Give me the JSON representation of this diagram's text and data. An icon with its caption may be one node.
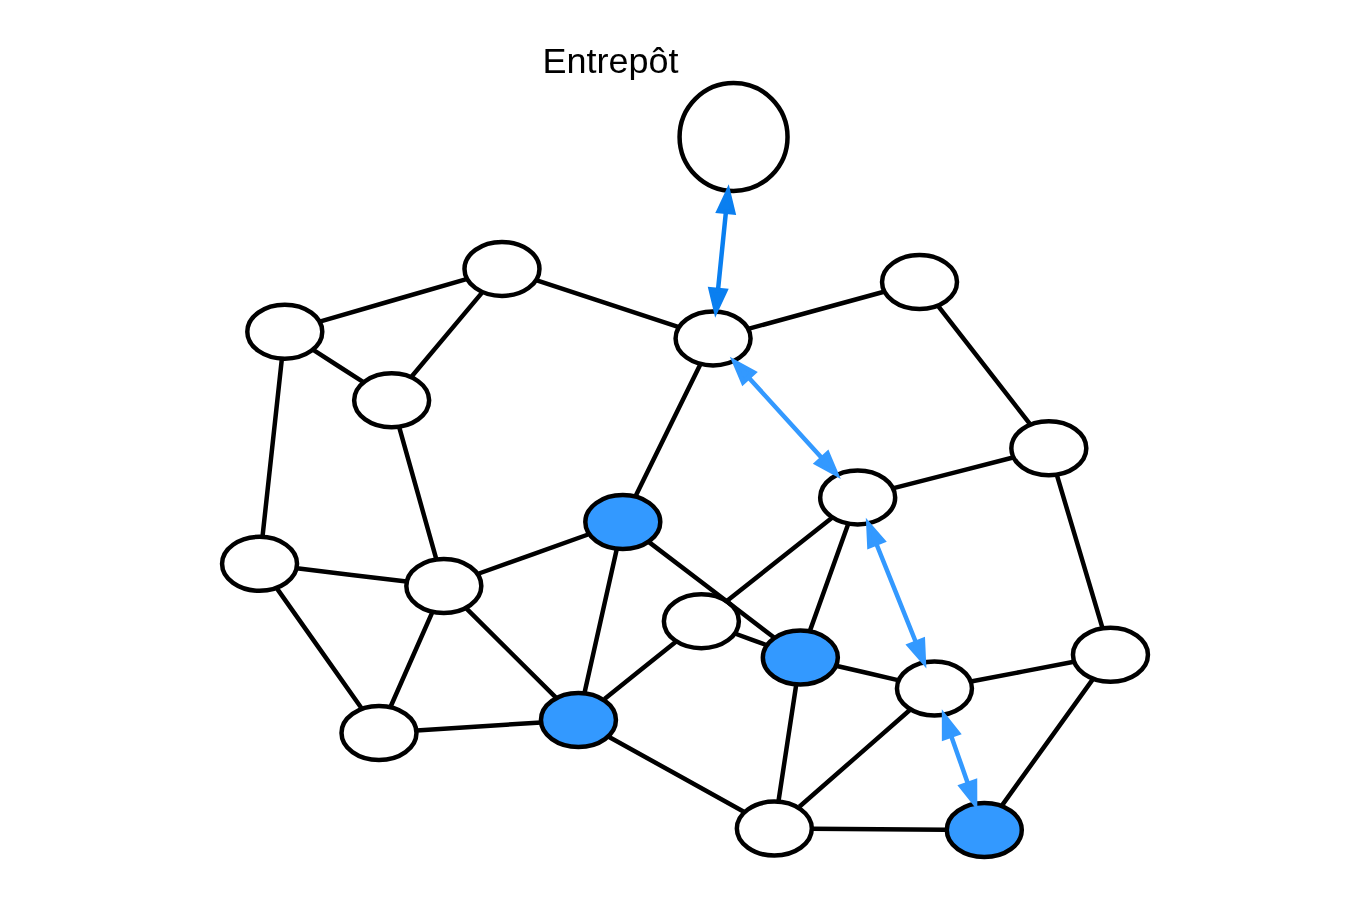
{
  "diagram": {
    "nodes": [
      {
        "text": [],
        "shape": "ellipse"
      },
      {
        "text": [],
        "shape": "ellipse"
      },
      {
        "text": [],
        "shape": "ellipse"
      },
      {
        "text": [],
        "shape": "ellipse"
      },
      {
        "text": [],
        "shape": "ellipse"
      },
      {
        "text": [],
        "shape": "ellipse"
      },
      {
        "text": [],
        "shape": "ellipse"
      },
      {
        "text": [],
        "shape": "ellipse"
      },
      {
        "text": [],
        "shape": "ellipse"
      },
      {
        "text": [],
        "shape": "ellipse"
      },
      {
        "text": [],
        "shape": "ellipse"
      },
      {
        "text": [],
        "shape": "ellipse"
      },
      {
        "text": [],
        "shape": "ellipse"
      },
      {
        "text": [],
        "shape": "ellipse"
      },
      {
        "text": [],
        "shape": "ellipse"
      },
      {
        "text": [],
        "shape": "ellipse"
      },
      {
        "text": [],
        "shape": "ellipse"
      },
      {
        "text": [],
        "shape": "ellipse"
      },
      {
        "text": [],
        "shape": "circle",
        "beside": [
          "Entrepôt"
        ]
      }
    ],
    "edges": [
      {
        "from": 0,
        "to": 1,
        "arrow": "none"
      },
      {
        "from": 0,
        "to": 5,
        "arrow": "none"
      },
      {
        "from": 0,
        "to": 4,
        "arrow": "none"
      },
      {
        "from": 1,
        "to": 4,
        "arrow": "none"
      },
      {
        "from": 1,
        "to": 8,
        "arrow": "none"
      },
      {
        "from": 1,
        "to": 3,
        "arrow": "none"
      },
      {
        "from": 1,
        "to": 2,
        "arrow": "none"
      },
      {
        "from": 5,
        "to": 4,
        "arrow": "none"
      },
      {
        "from": 5,
        "to": 11,
        "arrow": "none"
      },
      {
        "from": 4,
        "to": 10,
        "arrow": "none"
      },
      {
        "from": 4,
        "to": 8,
        "arrow": "none"
      },
      {
        "from": 2,
        "to": 7,
        "arrow": "none"
      },
      {
        "from": 2,
        "to": 6,
        "arrow": "none"
      },
      {
        "from": 2,
        "to": 9,
        "arrow": "none"
      },
      {
        "from": 3,
        "to": 7,
        "arrow": "none"
      },
      {
        "from": 3,
        "to": 12,
        "arrow": "none"
      },
      {
        "from": 8,
        "to": 7,
        "arrow": "none"
      },
      {
        "from": 7,
        "to": 9,
        "arrow": "none"
      },
      {
        "from": 7,
        "to": 12,
        "arrow": "none"
      },
      {
        "from": 11,
        "to": 10,
        "arrow": "none"
      },
      {
        "from": 11,
        "to": 15,
        "arrow": "none"
      },
      {
        "from": 10,
        "to": 15,
        "arrow": "none"
      },
      {
        "from": 15,
        "to": 13,
        "arrow": "none"
      },
      {
        "from": 8,
        "to": 13,
        "arrow": "none"
      },
      {
        "from": 13,
        "to": 17,
        "arrow": "none"
      },
      {
        "from": 17,
        "to": 16,
        "arrow": "none"
      },
      {
        "from": 12,
        "to": 16,
        "arrow": "none"
      },
      {
        "from": 16,
        "to": 14,
        "arrow": "none"
      },
      {
        "from": 14,
        "to": 9,
        "arrow": "none"
      },
      {
        "from": 14,
        "to": 6,
        "arrow": "none"
      },
      {
        "from": 13,
        "to": 12,
        "arrow": "both",
        "color": "#3399ff"
      },
      {
        "from": 12,
        "to": 9,
        "arrow": "both",
        "color": "#3399ff"
      },
      {
        "from": 9,
        "to": 6,
        "arrow": "both",
        "color": "#3399ff"
      },
      {
        "from": 18,
        "to": 13,
        "arrow": "both",
        "color": "#0a7ff0"
      }
    ]
  }
}
